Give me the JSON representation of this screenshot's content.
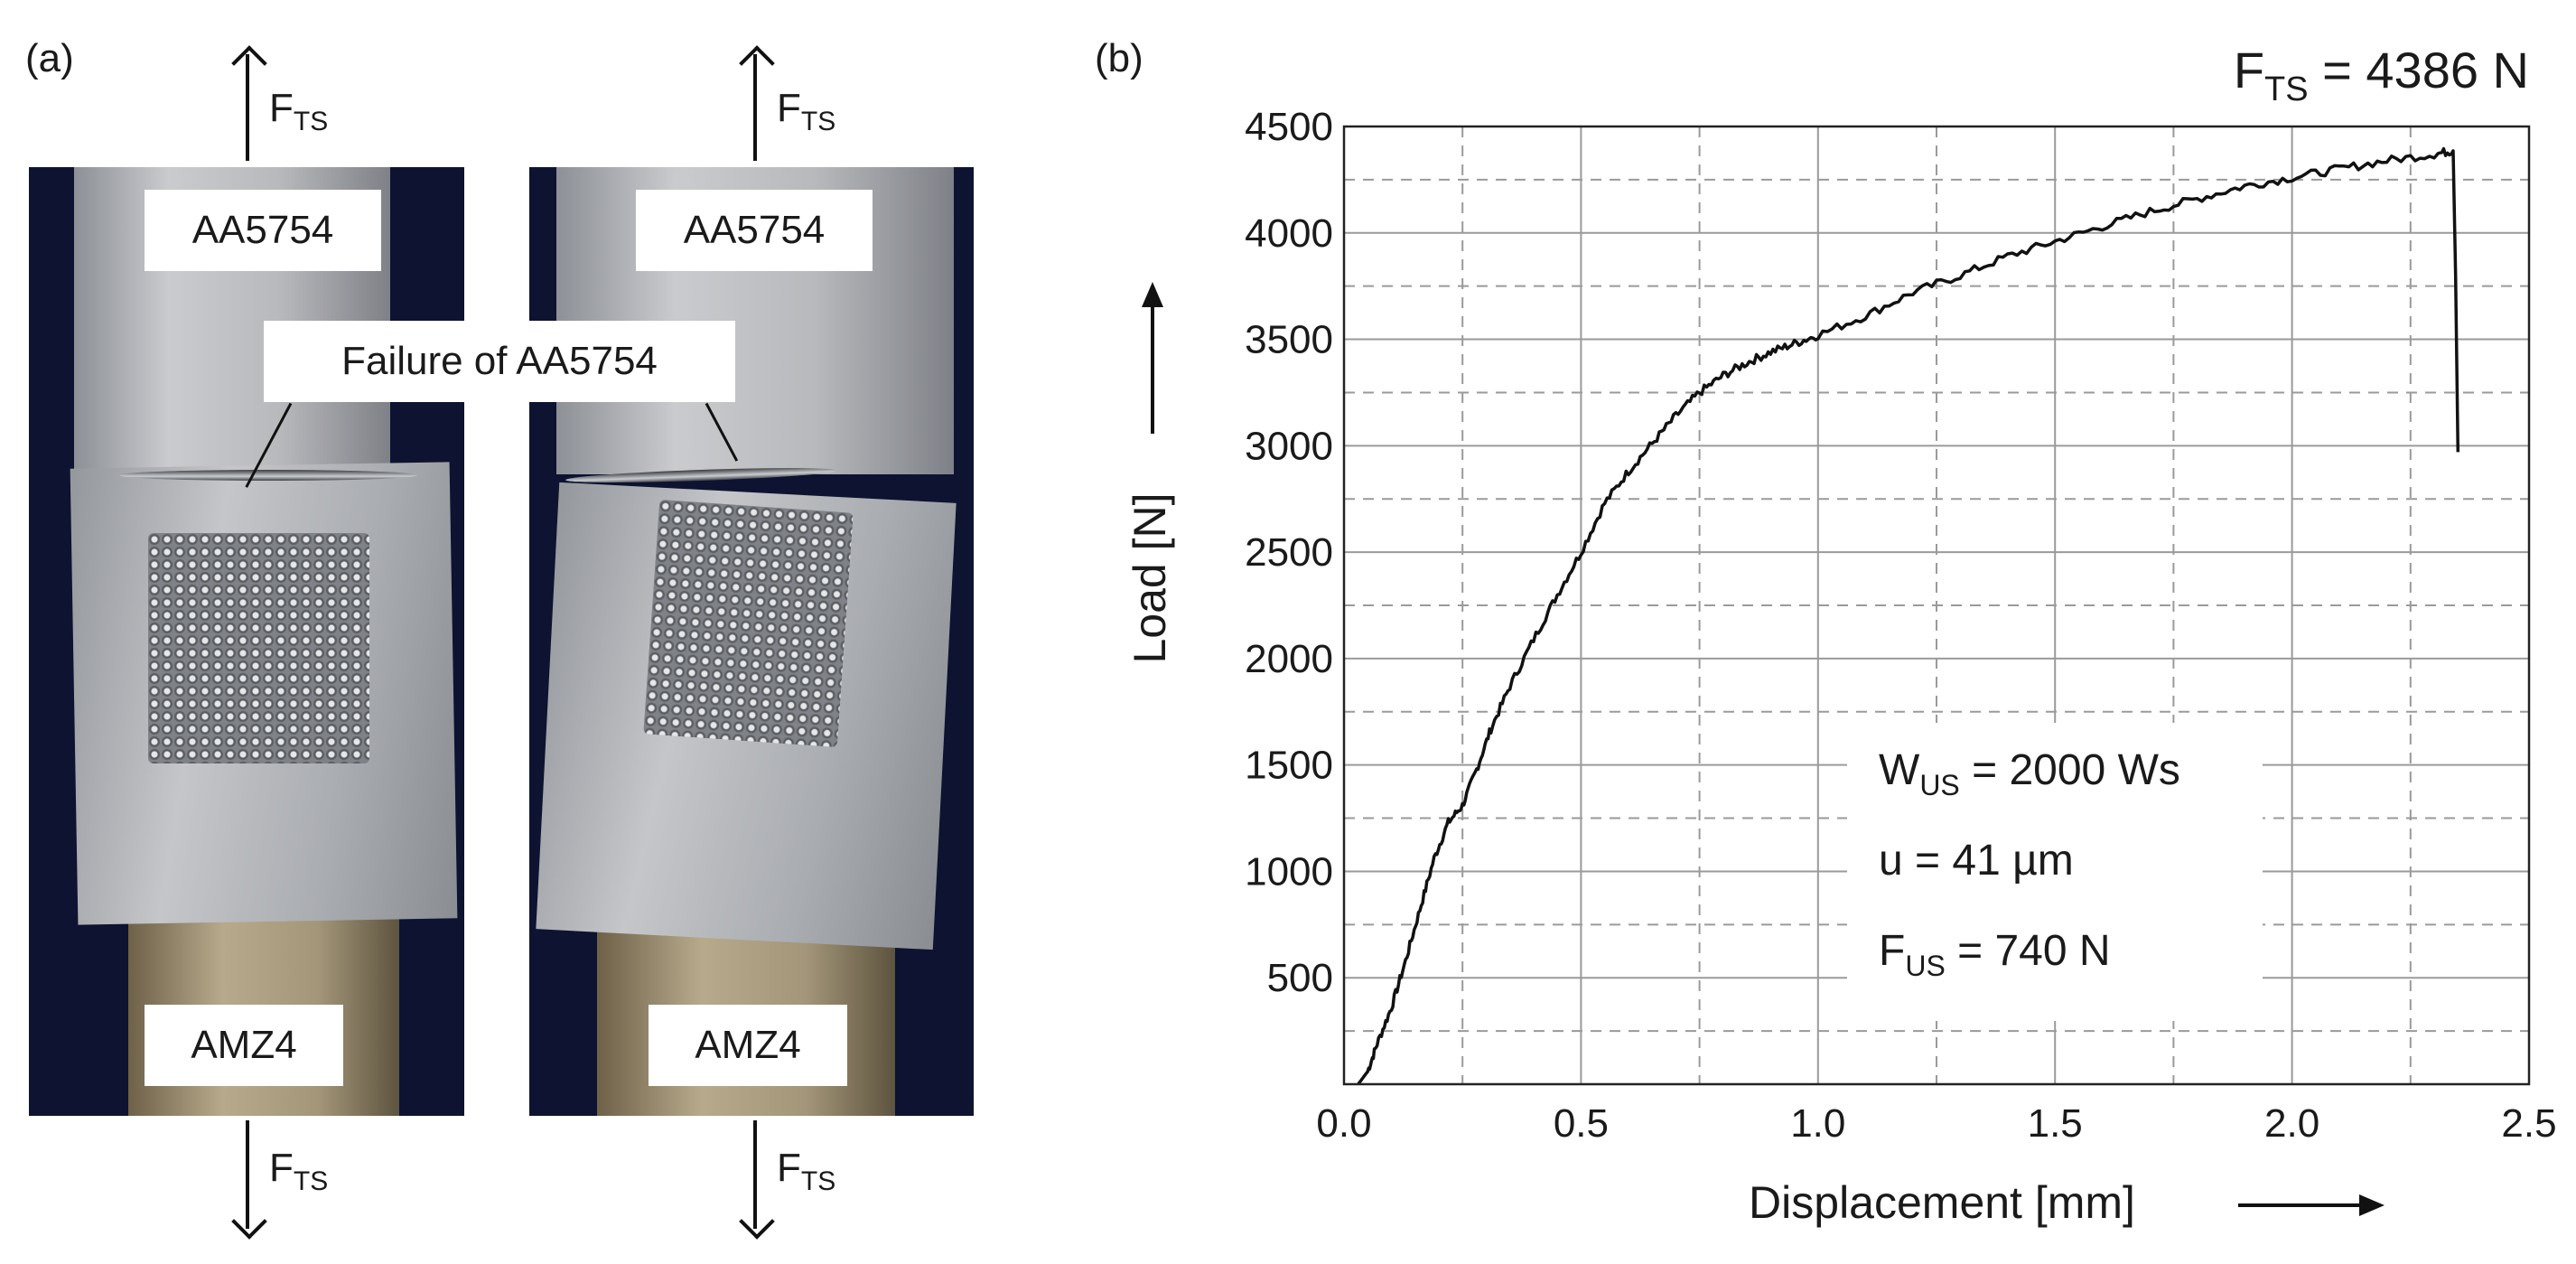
{
  "panel_a": {
    "letter": "(a)",
    "upper_sheet_label": "AA5754",
    "lower_sheet_label": "AMZ4",
    "failure_label": "Failure of AA5754",
    "force_symbol": "F",
    "force_subscript": "TS"
  },
  "panel_b": {
    "letter": "(b)",
    "header_symbol": "F",
    "header_subscript": "TS",
    "header_value": " = 4386 N",
    "params": [
      {
        "symbol": "W",
        "subscript": "US",
        "value": " = 2000 Ws"
      },
      {
        "symbol": "u",
        "subscript": "",
        "value": " = 41 µm"
      },
      {
        "symbol": "F",
        "subscript": "US",
        "value": " = 740 N"
      }
    ]
  },
  "chart_data": {
    "type": "line",
    "xlabel": "Displacement [mm]",
    "ylabel": "Load [N]",
    "xlim": [
      0.0,
      2.5
    ],
    "ylim": [
      0,
      4500
    ],
    "x_ticks": [
      0.0,
      0.5,
      1.0,
      1.5,
      2.0,
      2.5
    ],
    "x_tick_labels": [
      "0.0",
      "0.5",
      "1.0",
      "1.5",
      "2.0",
      "2.5"
    ],
    "y_ticks": [
      500,
      1000,
      1500,
      2000,
      2500,
      3000,
      3500,
      4000,
      4500
    ],
    "y_tick_labels": [
      "500",
      "1000",
      "1500",
      "2000",
      "2500",
      "3000",
      "3500",
      "4000",
      "4500"
    ],
    "grid": true,
    "series": [
      {
        "x": [
          0.03,
          0.05,
          0.07,
          0.1,
          0.13,
          0.16,
          0.19,
          0.22,
          0.25,
          0.28,
          0.31,
          0.35,
          0.4,
          0.45,
          0.5,
          0.55,
          0.6,
          0.65,
          0.7,
          0.75,
          0.8,
          0.85,
          0.9,
          0.95,
          1.0,
          1.1,
          1.2,
          1.3,
          1.4,
          1.5,
          1.6,
          1.7,
          1.8,
          1.9,
          2.0,
          2.1,
          2.2,
          2.3,
          2.34,
          2.345,
          2.35
        ],
        "y": [
          0,
          60,
          190,
          360,
          580,
          820,
          1060,
          1230,
          1310,
          1480,
          1670,
          1870,
          2090,
          2300,
          2500,
          2730,
          2880,
          3010,
          3140,
          3250,
          3330,
          3390,
          3440,
          3480,
          3520,
          3610,
          3720,
          3800,
          3890,
          3960,
          4030,
          4100,
          4160,
          4220,
          4260,
          4300,
          4340,
          4370,
          4386,
          3800,
          2970
        ]
      }
    ]
  }
}
